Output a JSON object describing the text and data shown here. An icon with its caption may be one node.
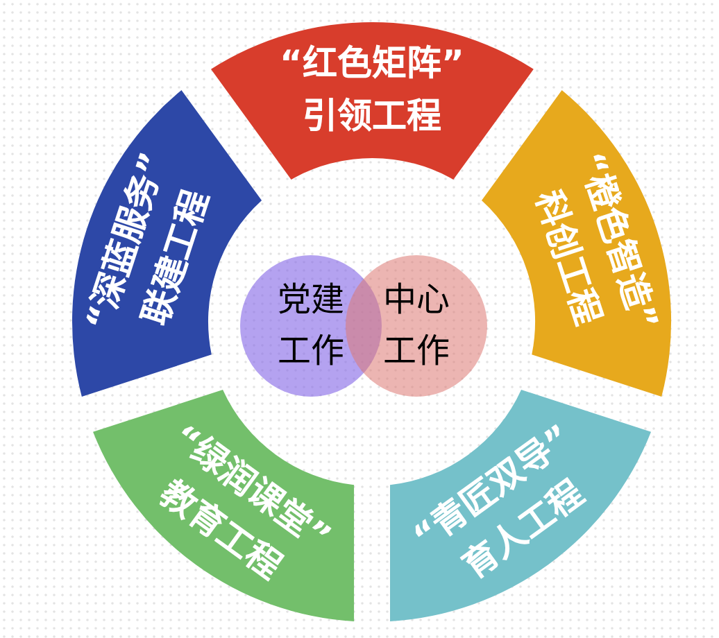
{
  "diagram": {
    "nodes": [
      {
        "text": [
          "“红色矩阵”",
          "引领工程"
        ]
      },
      {
        "text": [
          "“橙色智造”",
          "科创工程"
        ]
      },
      {
        "text": [
          "“青匠双导”",
          "育人工程"
        ]
      },
      {
        "text": [
          "“绿润课堂”",
          "教育工程"
        ]
      },
      {
        "text": [
          "“深蓝服务”",
          "联建工程"
        ]
      },
      {
        "text": [
          "党建工作"
        ]
      },
      {
        "text": [
          "中心工作"
        ]
      }
    ]
  }
}
